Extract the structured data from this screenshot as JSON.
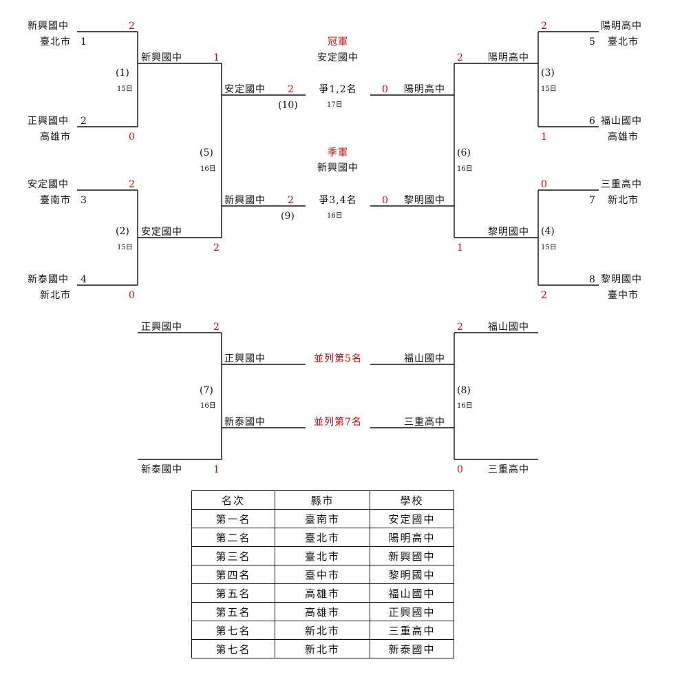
{
  "entrants": {
    "e1": {
      "school": "新興國中",
      "city": "臺北市",
      "seed": "1",
      "score": "2"
    },
    "e2": {
      "school": "正興國中",
      "city": "高雄市",
      "seed": "2",
      "score": "0"
    },
    "e3": {
      "school": "安定國中",
      "city": "臺南市",
      "seed": "3",
      "score": "2"
    },
    "e4": {
      "school": "新泰國中",
      "city": "新北市",
      "seed": "4",
      "score": "0"
    },
    "e5": {
      "school": "陽明高中",
      "city": "臺北市",
      "seed": "5",
      "score": "2"
    },
    "e6": {
      "school": "福山國中",
      "city": "高雄市",
      "seed": "6",
      "score": "1"
    },
    "e7": {
      "school": "三重高中",
      "city": "新北市",
      "seed": "7",
      "score": "0"
    },
    "e8": {
      "school": "黎明國中",
      "city": "臺中市",
      "seed": "8",
      "score": "2"
    }
  },
  "games": {
    "g1": {
      "label": "(1)",
      "date": "15日"
    },
    "g2": {
      "label": "(2)",
      "date": "15日"
    },
    "g3": {
      "label": "(3)",
      "date": "15日"
    },
    "g4": {
      "label": "(4)",
      "date": "15日"
    },
    "g5": {
      "label": "(5)",
      "date": "16日"
    },
    "g6": {
      "label": "(6)",
      "date": "16日"
    },
    "g7": {
      "label": "(7)",
      "date": "16日"
    },
    "g8": {
      "label": "(8)",
      "date": "16日"
    },
    "g9": {
      "label": "(9)",
      "date": "16日"
    },
    "g10": {
      "label": "(10)",
      "date": "17日"
    }
  },
  "round2": {
    "r1": {
      "school": "新興國中",
      "score": "1"
    },
    "r2": {
      "school": "安定國中",
      "score": "2"
    },
    "r3": {
      "school": "陽明高中",
      "score": "2"
    },
    "r4": {
      "school": "黎明國中",
      "score": "1"
    }
  },
  "finals": {
    "f_left": {
      "school": "安定國中",
      "score": "2"
    },
    "f_right": {
      "school": "陽明高中",
      "score": "0"
    },
    "b_left": {
      "school": "新興國中",
      "score": "2"
    },
    "b_right": {
      "school": "黎明國中",
      "score": "0"
    }
  },
  "center": {
    "champion_title": "冠軍",
    "champion": "安定國中",
    "final_title": "爭1,2名",
    "third_title": "季軍",
    "third": "新興國中",
    "bronze_title": "爭3,4名"
  },
  "placement": {
    "p7_top": {
      "school": "正興國中",
      "score": "2"
    },
    "p7_bottom": {
      "school": "新泰國中",
      "score": "1"
    },
    "p8_top": {
      "school": "福山國中",
      "score": "2"
    },
    "p8_bottom": {
      "school": "三重高中",
      "score": "0"
    },
    "w7": "正興國中",
    "l7": "新泰國中",
    "w8": "福山國中",
    "l8": "三重高中",
    "fifth_label": "並列第5名",
    "seventh_label": "並列第7名"
  },
  "ranking": {
    "headers": [
      "名次",
      "縣市",
      "學校"
    ],
    "rows": [
      [
        "第一名",
        "臺南市",
        "安定國中"
      ],
      [
        "第二名",
        "臺北市",
        "陽明高中"
      ],
      [
        "第三名",
        "臺北市",
        "新興國中"
      ],
      [
        "第四名",
        "臺中市",
        "黎明國中"
      ],
      [
        "第五名",
        "高雄市",
        "福山國中"
      ],
      [
        "第五名",
        "高雄市",
        "正興國中"
      ],
      [
        "第七名",
        "新北市",
        "三重高中"
      ],
      [
        "第七名",
        "新北市",
        "新泰國中"
      ]
    ]
  },
  "colors": {
    "score": "#e00000",
    "lines": "#111111",
    "highlight_label": "#e00000"
  }
}
